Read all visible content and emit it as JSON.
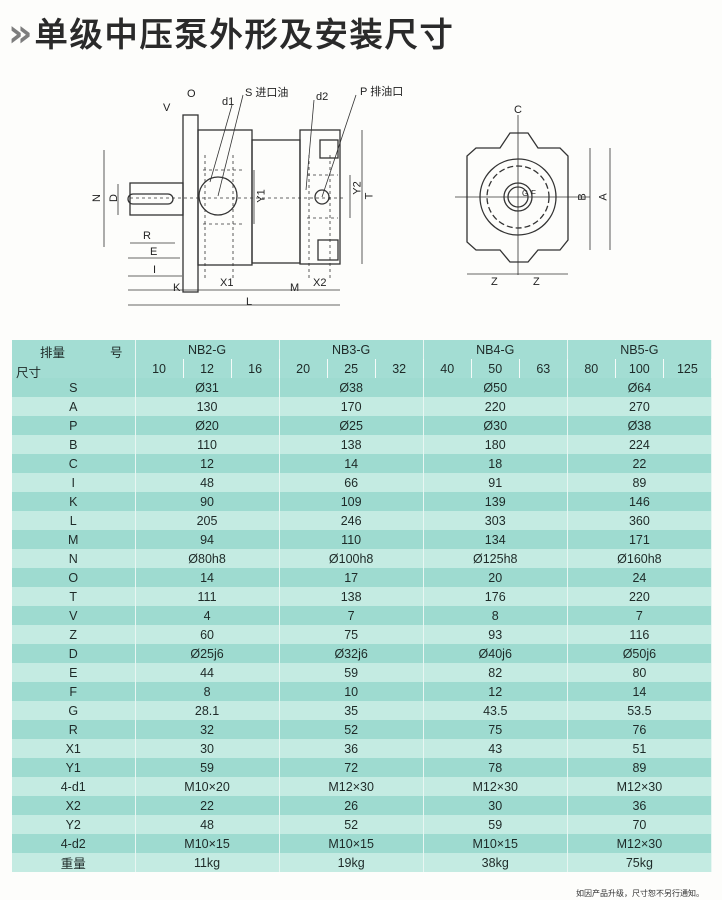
{
  "title": "单级中压泵外形及安装尺寸",
  "title_marker": "»",
  "drawing": {
    "side_labels": {
      "V": "V",
      "O": "O",
      "d1": "d1",
      "S": "S 进口油",
      "d2": "d2",
      "P": "P 排油口",
      "N": "N",
      "D": "D",
      "R": "R",
      "E": "E",
      "I": "I",
      "K": "K",
      "X1": "X1",
      "M": "M",
      "X2": "X2",
      "L": "L",
      "Y1": "Y1",
      "Y2": "Y2",
      "T": "T"
    },
    "end_labels": {
      "C": "C",
      "B": "B",
      "A": "A",
      "Z1": "Z",
      "Z2": "Z",
      "G": "G",
      "F": "F"
    }
  },
  "table": {
    "corner": {
      "top": "排量",
      "right": "号",
      "bottom": "尺寸"
    },
    "models": [
      "NB2-G",
      "NB3-G",
      "NB4-G",
      "NB5-G"
    ],
    "displacements": [
      [
        "10",
        "12",
        "16"
      ],
      [
        "20",
        "25",
        "32"
      ],
      [
        "40",
        "50",
        "63"
      ],
      [
        "80",
        "100",
        "125"
      ]
    ],
    "rows": [
      [
        "S",
        "Ø31",
        "Ø38",
        "Ø50",
        "Ø64"
      ],
      [
        "A",
        "130",
        "170",
        "220",
        "270"
      ],
      [
        "P",
        "Ø20",
        "Ø25",
        "Ø30",
        "Ø38"
      ],
      [
        "B",
        "110",
        "138",
        "180",
        "224"
      ],
      [
        "C",
        "12",
        "14",
        "18",
        "22"
      ],
      [
        "I",
        "48",
        "66",
        "91",
        "89"
      ],
      [
        "K",
        "90",
        "109",
        "139",
        "146"
      ],
      [
        "L",
        "205",
        "246",
        "303",
        "360"
      ],
      [
        "M",
        "94",
        "110",
        "134",
        "171"
      ],
      [
        "N",
        "Ø80h8",
        "Ø100h8",
        "Ø125h8",
        "Ø160h8"
      ],
      [
        "O",
        "14",
        "17",
        "20",
        "24"
      ],
      [
        "T",
        "111",
        "138",
        "176",
        "220"
      ],
      [
        "V",
        "4",
        "7",
        "8",
        "7"
      ],
      [
        "Z",
        "60",
        "75",
        "93",
        "116"
      ],
      [
        "D",
        "Ø25j6",
        "Ø32j6",
        "Ø40j6",
        "Ø50j6"
      ],
      [
        "E",
        "44",
        "59",
        "82",
        "80"
      ],
      [
        "F",
        "8",
        "10",
        "12",
        "14"
      ],
      [
        "G",
        "28.1",
        "35",
        "43.5",
        "53.5"
      ],
      [
        "R",
        "32",
        "52",
        "75",
        "76"
      ],
      [
        "X1",
        "30",
        "36",
        "43",
        "51"
      ],
      [
        "Y1",
        "59",
        "72",
        "78",
        "89"
      ],
      [
        "4-d1",
        "M10×20",
        "M12×30",
        "M12×30",
        "M12×30"
      ],
      [
        "X2",
        "22",
        "26",
        "30",
        "36"
      ],
      [
        "Y2",
        "48",
        "52",
        "59",
        "70"
      ],
      [
        "4-d2",
        "M10×15",
        "M10×15",
        "M10×15",
        "M12×30"
      ],
      [
        "重量",
        "11kg",
        "19kg",
        "38kg",
        "75kg"
      ]
    ]
  },
  "note": "如因产品升级，尺寸恕不另行通知。"
}
